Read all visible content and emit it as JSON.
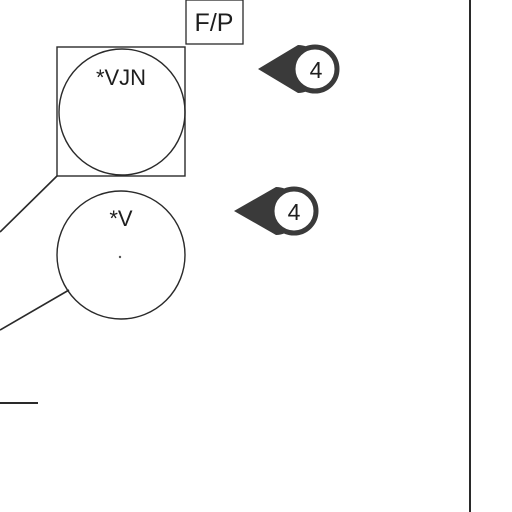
{
  "diagram": {
    "box_label": "F/P",
    "symbols": [
      {
        "label": "*VJN"
      },
      {
        "label": "*V"
      }
    ],
    "callouts": [
      {
        "number": "4"
      },
      {
        "number": "4"
      }
    ]
  },
  "colors": {
    "ink": "#2a2a2a",
    "callout_fill": "#3a3a3a",
    "paper": "#ffffff"
  }
}
